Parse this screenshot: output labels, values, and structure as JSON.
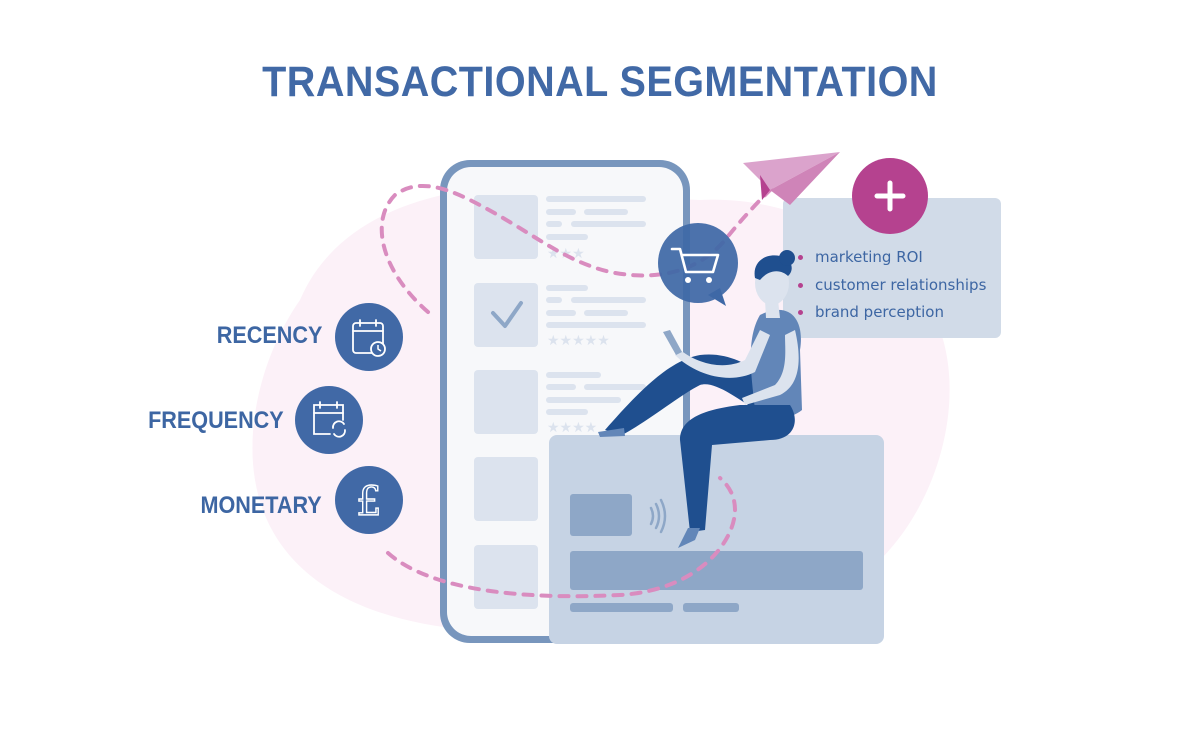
{
  "title": "TRANSACTIONAL SEGMENTATION",
  "colors": {
    "primary_blue": "#4169a6",
    "dark_blue": "#1f4f8f",
    "mid_blue": "#6286b8",
    "phone_frame": "#7896bd",
    "phone_screen": "#f7f8fa",
    "placeholder": "#dce3ee",
    "card_bg": "#c6d3e4",
    "card_stripe": "#8ea7c7",
    "panel_bg": "#d1dbe8",
    "blob_pink": "#fcf1f8",
    "accent_magenta": "#b5428f",
    "dash_pink": "#d98cbf",
    "plane_pink": "#dba3cc"
  },
  "rfm": [
    {
      "label": "RECENCY",
      "icon": "calendar-clock-icon"
    },
    {
      "label": "FREQUENCY",
      "icon": "calendar-refresh-icon"
    },
    {
      "label": "MONETARY",
      "icon": "pound-sign-icon"
    }
  ],
  "benefits_panel": {
    "icon": "plus-icon",
    "items": [
      "marketing ROI",
      "customer relationships",
      "brand perception"
    ]
  },
  "illustration": {
    "phone": "product-list-phone",
    "cart_bubble": "shopping-cart-icon",
    "card": "contactless-credit-card",
    "person": "woman-using-phone",
    "paper_plane": "paper-plane-icon"
  }
}
